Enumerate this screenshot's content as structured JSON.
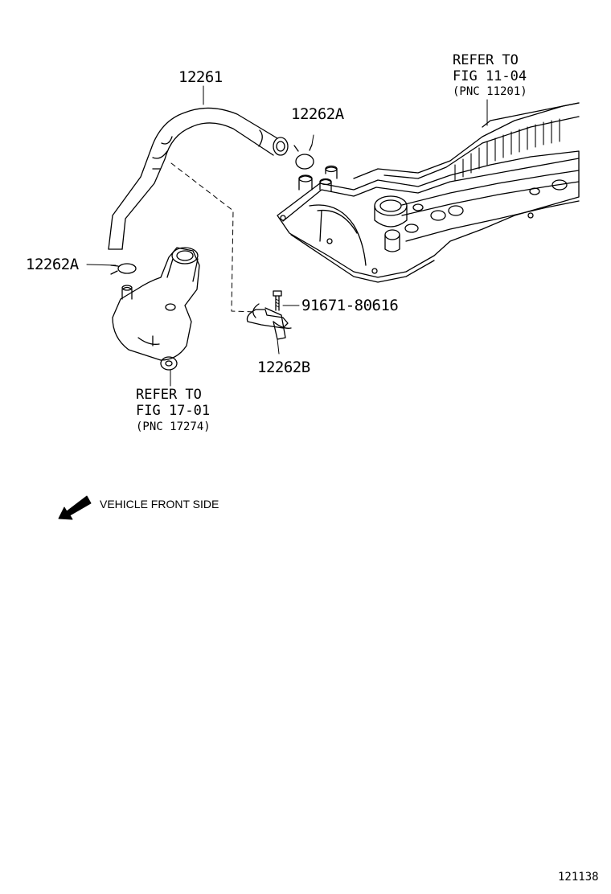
{
  "diagram": {
    "parts": {
      "hose": "12261",
      "clamp_upper": "12262A",
      "clamp_lower": "12262A",
      "bolt": "91671-80616",
      "bracket": "12262B"
    },
    "ref_cylinder_head_cover": {
      "line1": "REFER TO",
      "line2": "FIG 11-04",
      "pnc": "(PNC 11201)"
    },
    "ref_water_outlet": {
      "line1": "REFER TO",
      "line2": "FIG 17-01",
      "pnc": "(PNC 17274)"
    },
    "direction_note": "VEHICLE FRONT SIDE",
    "figure_id": "121138"
  }
}
